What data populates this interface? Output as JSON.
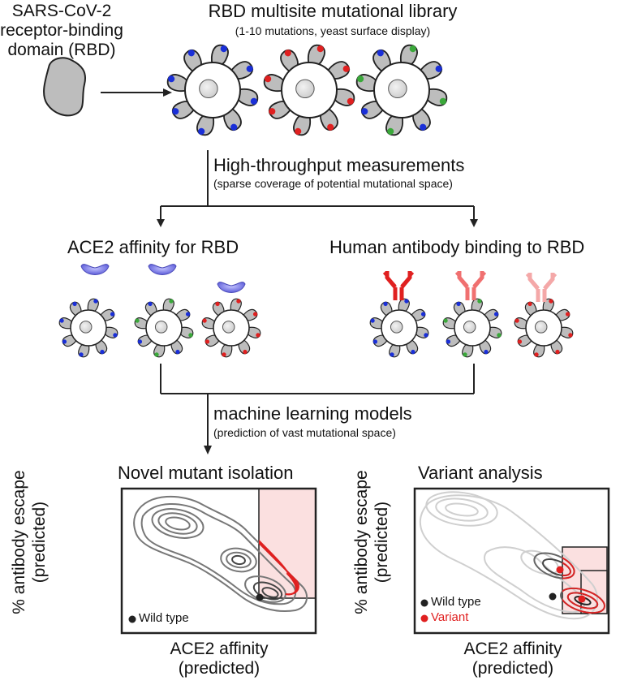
{
  "intro": {
    "rbd_label_lines": [
      "SARS-CoV-2",
      "receptor-binding",
      "domain (RBD)"
    ],
    "library_title": "RBD multisite mutational library",
    "library_subtitle": "(1-10 mutations, yeast surface display)"
  },
  "steps": {
    "measurements_title": "High-throughput measurements",
    "measurements_subtitle": "(sparse coverage of potential mutational space)",
    "ml_title": "machine learning models",
    "ml_subtitle": "(prediction of vast mutational space)"
  },
  "assays": {
    "ace2_title": "ACE2 affinity for RBD",
    "antibody_title": "Human antibody binding to RBD"
  },
  "panels": {
    "left": {
      "title": "Novel mutant isolation",
      "ylabel_lines": [
        "% antibody escape",
        "(predicted)"
      ],
      "xlabel_lines": [
        "ACE2 affinity",
        "(predicted)"
      ],
      "legend": [
        {
          "label": "Wild type",
          "color": "#222222"
        }
      ]
    },
    "right": {
      "title": "Variant analysis",
      "ylabel_lines": [
        "% antibody escape",
        "(predicted)"
      ],
      "xlabel_lines": [
        "ACE2 affinity",
        "(predicted)"
      ],
      "legend": [
        {
          "label": "Wild type",
          "color": "#222222"
        },
        {
          "label": "Variant",
          "color": "#e02020"
        }
      ]
    }
  },
  "colors": {
    "mut_blue": "#1a2fd8",
    "mut_red": "#e02020",
    "mut_green": "#3aa83a",
    "ace2": "#7070e0",
    "antibody_strong": "#e02020",
    "antibody_mid": "#f07070",
    "antibody_light": "#f4a8a8",
    "highlight_box": "#fbe0e0"
  }
}
